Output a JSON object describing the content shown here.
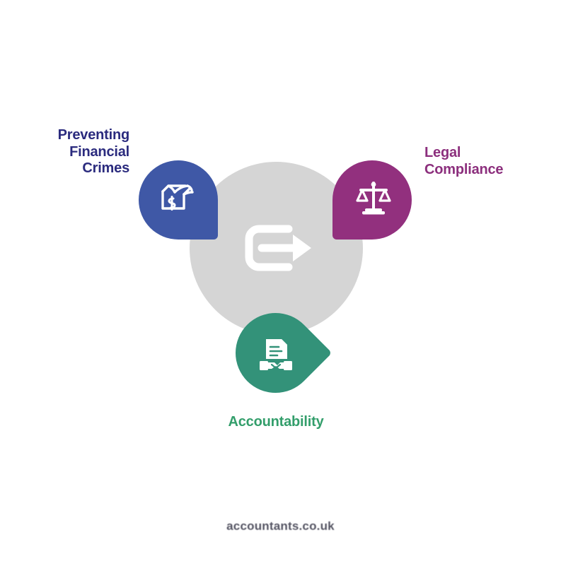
{
  "diagram": {
    "center": {
      "icon": "exit-arrow-icon",
      "circle_color": "#d5d5d5",
      "icon_color": "#ffffff"
    },
    "nodes": [
      {
        "id": "preventing-financial-crimes",
        "label": "Preventing\nFinancial\nCrimes",
        "color": "#3f58a6",
        "text_color": "#2b2b7e",
        "icon": "money-hand-icon",
        "position": "top-left"
      },
      {
        "id": "legal-compliance",
        "label": "Legal\nCompliance",
        "color": "#92307e",
        "text_color": "#8c2f7d",
        "icon": "scales-of-justice-icon",
        "position": "top-right"
      },
      {
        "id": "accountability",
        "label": "Accountability",
        "color": "#339279",
        "text_color": "#339e6b",
        "icon": "document-handshake-icon",
        "position": "bottom-center"
      }
    ],
    "footer": {
      "text": "accountants.co.uk"
    }
  }
}
